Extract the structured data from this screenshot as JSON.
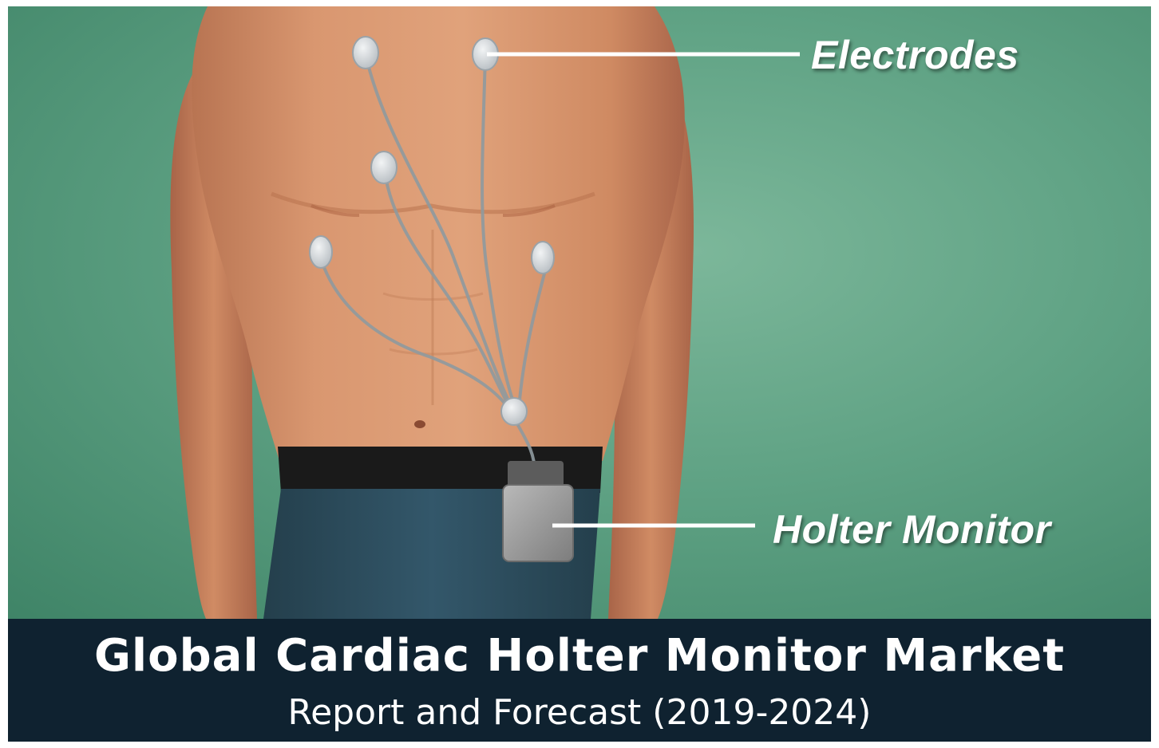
{
  "callouts": {
    "electrodes_label": "Electrodes",
    "holter_monitor_label": "Holter Monitor"
  },
  "banner": {
    "title": "Global Cardiac Holter Monitor Market",
    "subtitle": "Report and Forecast (2019-2024)"
  },
  "colors": {
    "background_green": "#5fa284",
    "skin": "#d9936c",
    "shorts": "#2e4e5e",
    "banner": "#0f2230",
    "device": "#9a9a9a",
    "electrode": "#d9dde0",
    "label_text": "#ffffff"
  }
}
